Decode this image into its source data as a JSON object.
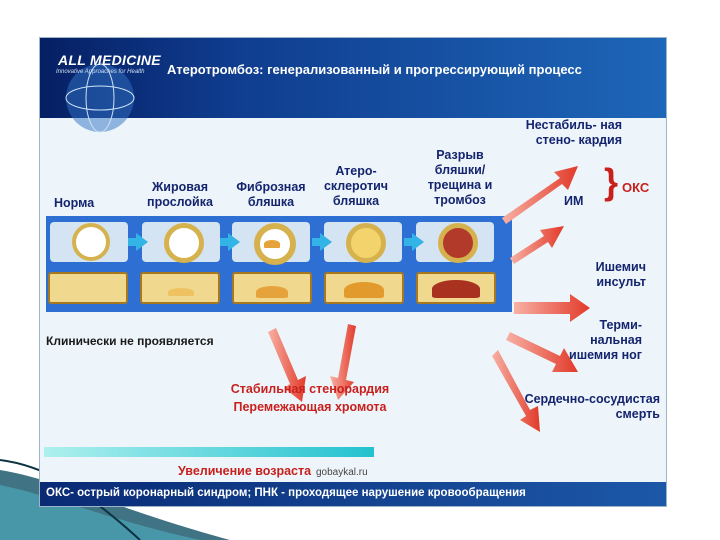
{
  "header": {
    "logo": "ALL MEDICINE",
    "logo_tagline": "Innovative Approaches for Health",
    "title": "Атеротромбоз: генерализованный и прогрессирующий процесс"
  },
  "stages": [
    {
      "label": "Норма"
    },
    {
      "label": "Жировая прослойка"
    },
    {
      "label": "Фиброзная бляшка"
    },
    {
      "label": "Атеро- склеротич бляшка"
    },
    {
      "label": "Разрыв бляшки/ трещина и тромбоз"
    }
  ],
  "outcomes": {
    "unstable": "Нестабиль- ная стено- кардия",
    "brace": "}",
    "oks": "ОКС",
    "mi": "ИМ",
    "stroke": "Ишемич инсульт",
    "terminal": "Терми- нальная ишемия ног",
    "death": "Сердечно-сосудистая смерть"
  },
  "clinical_note": "Клинически не проявляется",
  "stable": {
    "line1": "Стабильная стенорардия",
    "line2": "Перемежающая хромота"
  },
  "age_label": "Увеличение возраста",
  "watermark": "gobaykal.ru",
  "footer": "ОКС- острый коронарный синдром; ПНК - проходящее нарушение кровообращения",
  "colors": {
    "header": "#0f3c8e",
    "band": "#2e6fd3",
    "red_arrow": "#e23a2a",
    "cyan_arrow": "#33b4e6",
    "red_text": "#c8201d"
  }
}
